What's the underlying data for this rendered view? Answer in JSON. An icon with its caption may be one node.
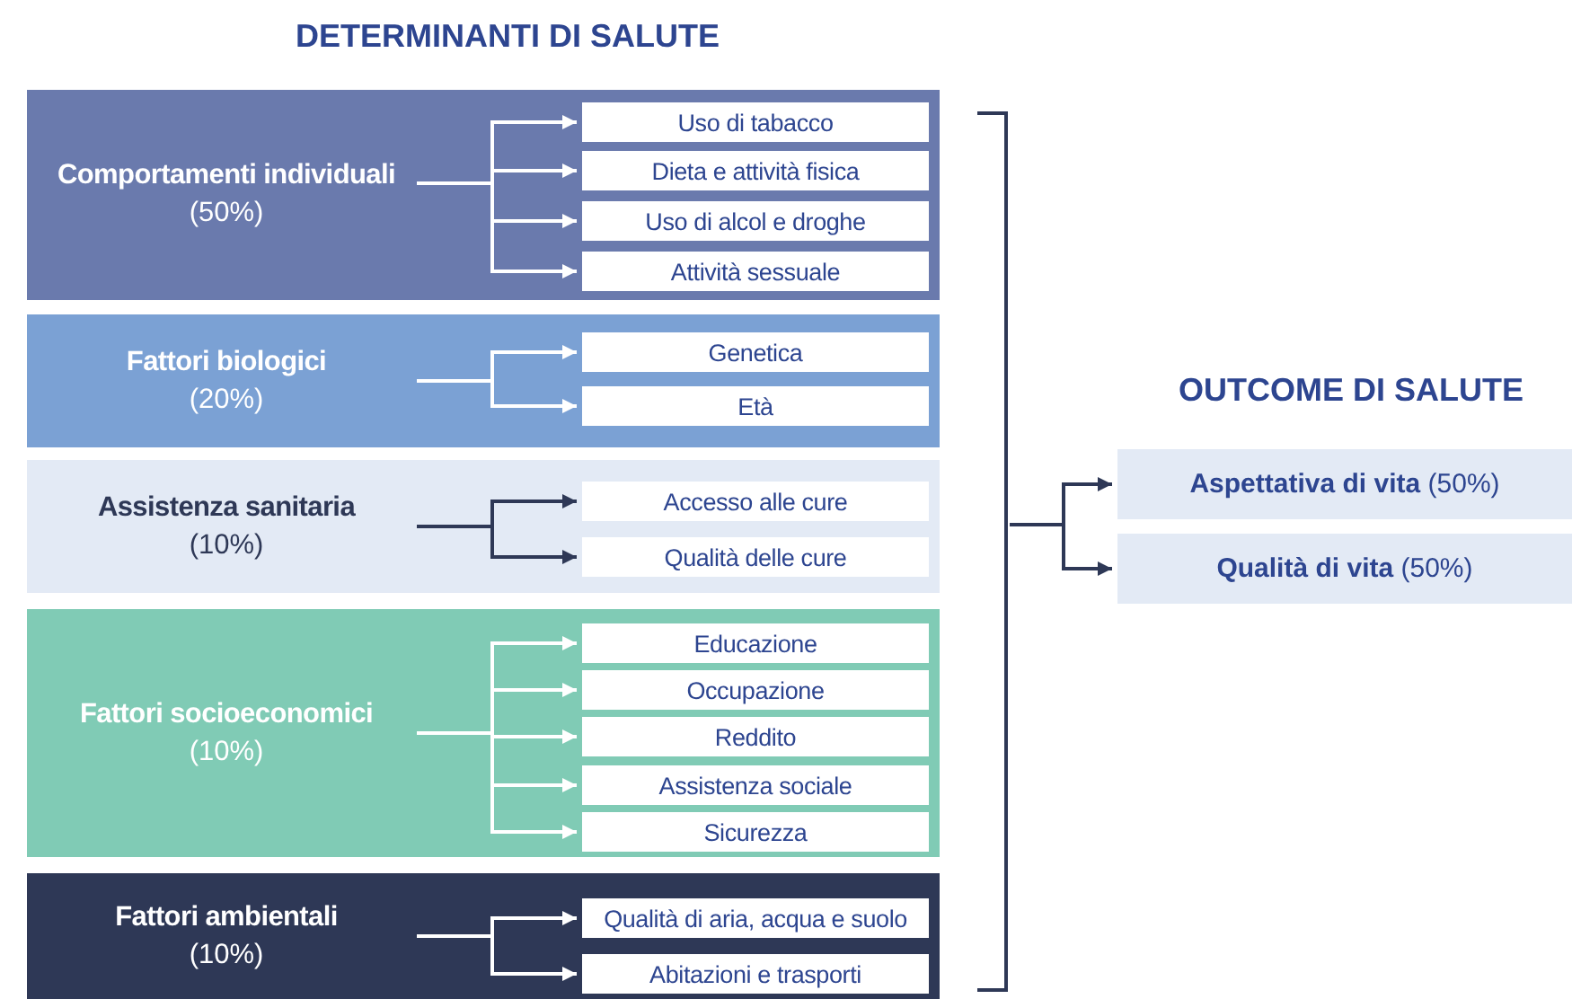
{
  "diagram": {
    "title": "DETERMINANTI DI SALUTE",
    "nodes": [
      {
        "text": [],
        "shape": "box"
      },
      {
        "text": [
          "Comportamenti individuali",
          "(50%)"
        ],
        "in": 0
      },
      {
        "text": [
          "Uso di tabacco"
        ],
        "in": 0
      },
      {
        "text": [
          "Dieta e attività fisica"
        ],
        "in": 0
      },
      {
        "text": [
          "Uso di alcol e droghe"
        ],
        "in": 0
      },
      {
        "text": [
          "Attività sessuale"
        ],
        "in": 0
      },
      {
        "text": [],
        "shape": "box"
      },
      {
        "text": [
          "Fattori biologici",
          "(20%)"
        ],
        "in": 6
      },
      {
        "text": [
          "Genetica"
        ],
        "in": 6
      },
      {
        "text": [
          "Età"
        ],
        "in": 6
      },
      {
        "text": [],
        "shape": "box"
      },
      {
        "text": [
          "Assistenza sanitaria",
          "(10%)"
        ],
        "in": 10
      },
      {
        "text": [
          "Accesso alle cure"
        ],
        "in": 10
      },
      {
        "text": [
          "Qualità delle cure"
        ],
        "in": 10
      },
      {
        "text": [],
        "shape": "box"
      },
      {
        "text": [
          "Fattori socioeconomici",
          "(10%)"
        ],
        "in": 14
      },
      {
        "text": [
          "Educazione"
        ],
        "in": 14
      },
      {
        "text": [
          "Occupazione"
        ],
        "in": 14
      },
      {
        "text": [
          "Reddito"
        ],
        "in": 14
      },
      {
        "text": [
          "Assistenza sociale"
        ],
        "in": 14
      },
      {
        "text": [
          "Sicurezza"
        ],
        "in": 14
      },
      {
        "text": [],
        "shape": "box"
      },
      {
        "text": [
          "Fattori ambientali",
          "(10%)"
        ],
        "in": 21
      },
      {
        "text": [
          "Qualità di aria, acqua e suolo"
        ],
        "in": 21
      },
      {
        "text": [
          "Abitazioni e trasporti"
        ],
        "in": 21
      },
      {
        "text": [],
        "shape": "bracket"
      },
      {
        "text": [
          "**Aspettativa di vita** (50%)"
        ]
      },
      {
        "text": [
          "**Qualità di vita** (50%)"
        ]
      }
    ],
    "edges": [
      {
        "from": 1,
        "to": 2,
        "arrow": "to"
      },
      {
        "from": 1,
        "to": 3,
        "arrow": "to"
      },
      {
        "from": 1,
        "to": 4,
        "arrow": "to"
      },
      {
        "from": 1,
        "to": 5,
        "arrow": "to"
      },
      {
        "from": 7,
        "to": 8,
        "arrow": "to"
      },
      {
        "from": 7,
        "to": 9,
        "arrow": "to"
      },
      {
        "from": 11,
        "to": 12,
        "arrow": "to",
        "color": "#2e3856"
      },
      {
        "from": 11,
        "to": 13,
        "arrow": "to",
        "color": "#2e3856"
      },
      {
        "from": 15,
        "to": 16,
        "arrow": "to"
      },
      {
        "from": 15,
        "to": 17,
        "arrow": "to"
      },
      {
        "from": 15,
        "to": 18,
        "arrow": "to"
      },
      {
        "from": 15,
        "to": 19,
        "arrow": "to"
      },
      {
        "from": 15,
        "to": 20,
        "arrow": "to"
      },
      {
        "from": 22,
        "to": 23,
        "arrow": "to"
      },
      {
        "from": 22,
        "to": 24,
        "arrow": "to"
      },
      {
        "from": 25,
        "to": 26,
        "arrow": "to",
        "color": "#2e3856"
      },
      {
        "from": 25,
        "to": 27,
        "arrow": "to",
        "color": "#2e3856"
      }
    ],
    "labels": [
      "OUTCOME DI SALUTE"
    ]
  }
}
